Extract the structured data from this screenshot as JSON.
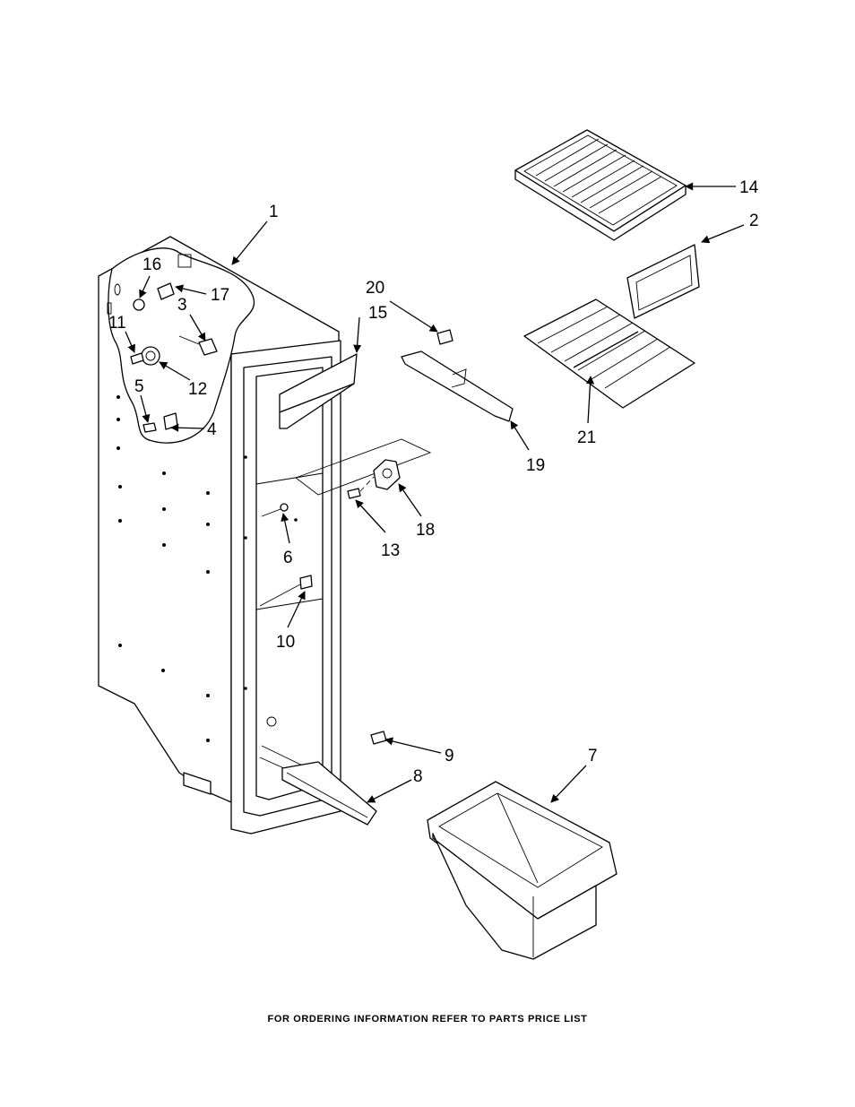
{
  "callouts": {
    "c1": "1",
    "c2": "2",
    "c3": "3",
    "c4": "4",
    "c5": "5",
    "c6": "6",
    "c7": "7",
    "c8": "8",
    "c9": "9",
    "c10": "10",
    "c11": "11",
    "c12": "12",
    "c13": "13",
    "c14": "14",
    "c15": "15",
    "c16": "16",
    "c17": "17",
    "c18": "18",
    "c19": "19",
    "c20": "20",
    "c21": "21"
  },
  "footer": "FOR ORDERING INFORMATION REFER TO PARTS PRICE LIST"
}
